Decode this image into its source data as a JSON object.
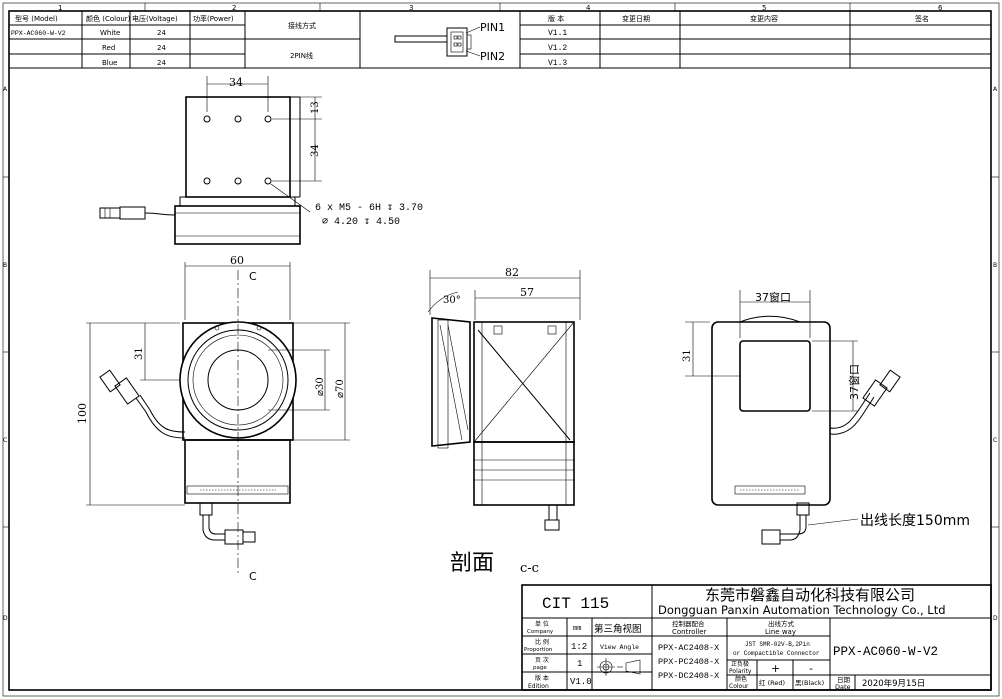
{
  "grid": {
    "columns": [
      "1",
      "2",
      "3",
      "4",
      "5",
      "6"
    ],
    "rows": [
      "A",
      "B",
      "C",
      "D"
    ]
  },
  "spec_table": {
    "headers": [
      "型号 (Model)",
      "颜色 (Colour)",
      "电压(Voltage)",
      "功率(Power)",
      "接线方式"
    ],
    "model": "PPX-AC060-W-V2",
    "rows": [
      {
        "colour": "White",
        "voltage": "24",
        "power": ""
      },
      {
        "colour": "Red",
        "voltage": "24",
        "power": ""
      },
      {
        "colour": "Blue",
        "voltage": "24",
        "power": ""
      }
    ],
    "wiring": "2PIN线",
    "pins": [
      "PIN1",
      "PIN2"
    ]
  },
  "revision_table": {
    "headers": [
      "版 本",
      "变更日期",
      "变更内容",
      "签名"
    ],
    "rows": [
      {
        "version": "V1.1",
        "date": "",
        "content": "",
        "sign": ""
      },
      {
        "version": "V1.2",
        "date": "",
        "content": "",
        "sign": ""
      },
      {
        "version": "V1.3",
        "date": "",
        "content": "",
        "sign": ""
      }
    ]
  },
  "dimensions": {
    "top_width": "34",
    "top_h1": "13",
    "top_h2": "34",
    "hole_note_1": "6 x  M5 - 6H ↧ 3.70",
    "hole_note_2": "⌀ 4.20 ↧ 4.50",
    "front_width": "60",
    "front_height": "100",
    "front_center": "31",
    "inner_dia": "⌀30",
    "outer_dia": "⌀70",
    "section_mark": "C",
    "side_total": "82",
    "side_body": "57",
    "side_angle": "30°",
    "window_w": "37窗口",
    "window_h": "37窗口",
    "right_center": "31",
    "cable_length": "出线长度150mm",
    "section_title": "剖面",
    "section_name": "c-c"
  },
  "title_block": {
    "code": "CIT 115",
    "company_cn": "东莞市磐鑫自动化科技有限公司",
    "company_en": "Dongguan Panxin Automation Technology Co., Ltd",
    "unit_label": "单 位",
    "unit_label_en": "Company",
    "unit": "mm",
    "scale_label": "比 例",
    "scale_label_en": "Proportion",
    "scale": "1:2",
    "page_label": "页 次",
    "page_label_en": "page",
    "page": "1",
    "edition_label": "版 本",
    "edition_label_en": "Edition",
    "edition": "V1.0",
    "projection": "第三角视图",
    "view_angle": "View Angle",
    "controller_label": "控制器配合",
    "controller_label_en": "Controller",
    "controllers": [
      "PPX-AC2408-X",
      "PPX-PC2408-X",
      "PPX-DC2408-X"
    ],
    "lineway_label": "出线方式",
    "lineway_label_en": "Line way",
    "lineway_1": "JST SMR-02V-B,2Pin",
    "lineway_2": "or Compactible Connector",
    "polarity_label": "正负极",
    "polarity_label_en": "Polarity",
    "plus": "+",
    "minus": "-",
    "colour_label": "颜色",
    "colour_label_en": "Colour",
    "red": "红 (Red)",
    "black": "黑(Black)",
    "part_number": "PPX-AC060-W-V2",
    "date_label": "日期",
    "date_label_en": "Date",
    "date": "2020年9月15日"
  }
}
